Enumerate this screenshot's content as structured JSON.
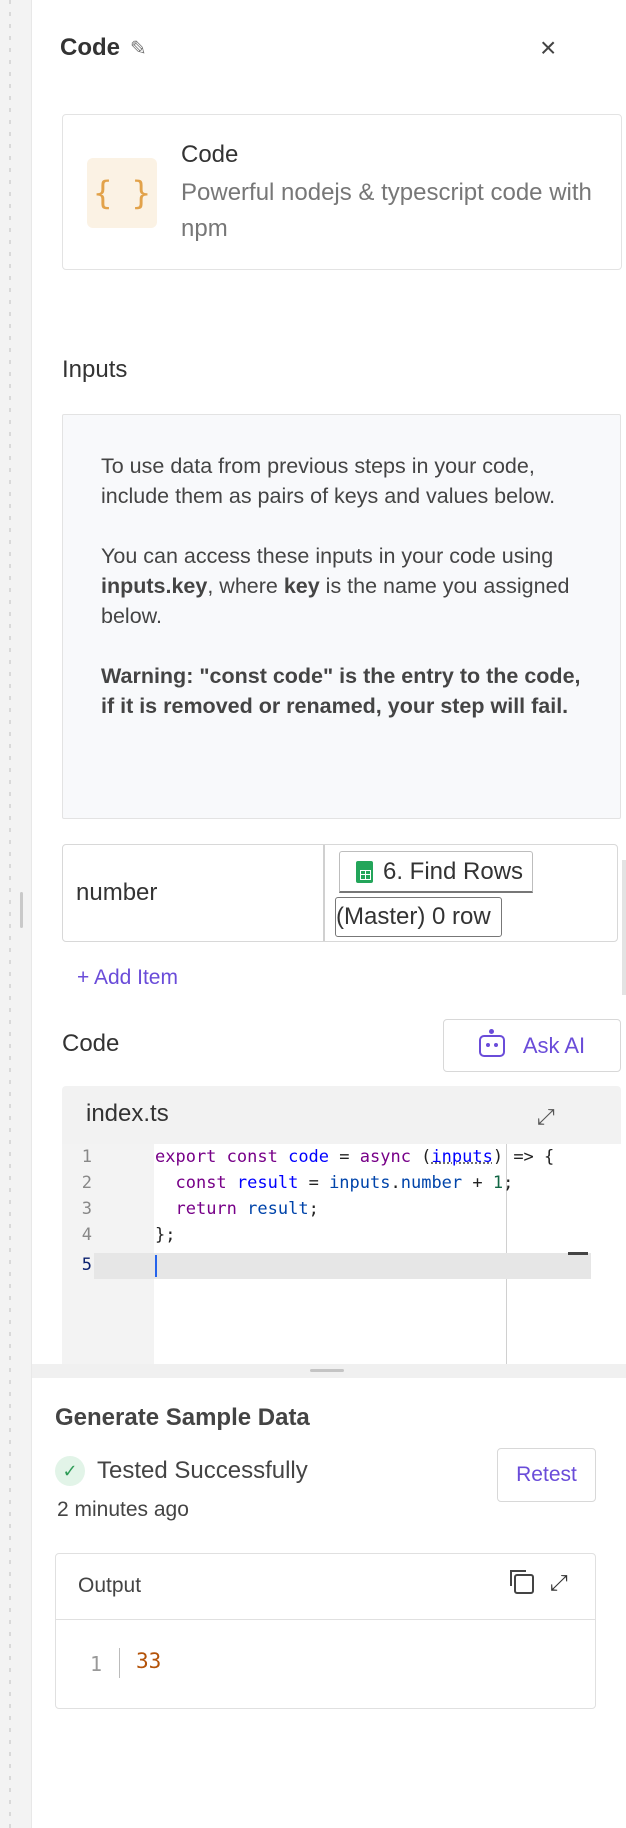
{
  "header": {
    "title": "Code",
    "close": "×"
  },
  "piece": {
    "logo": "{ }",
    "name": "Code",
    "description": "Powerful nodejs & typescript code with npm"
  },
  "inputs": {
    "label": "Inputs",
    "info_p1": "To use data from previous steps in your code, include them as pairs of keys and values below.",
    "info_p2_pre": "You can access these inputs in your code using ",
    "info_p2_b1": "inputs.key",
    "info_p2_mid": ", where ",
    "info_p2_b2": "key",
    "info_p2_post": " is the name you assigned below.",
    "warning": "Warning: \"const code\" is the entry to the code, if it is removed or renamed, your step will fail.",
    "items": [
      {
        "key": "number",
        "value_step": "6. Find Rows",
        "value_field": "(Master) 0 row"
      }
    ],
    "add_item": "+ Add Item"
  },
  "code": {
    "label": "Code",
    "ask_ai": "Ask AI",
    "filename": "index.ts",
    "line_numbers": [
      "1",
      "2",
      "3",
      "4",
      "5"
    ]
  },
  "sample": {
    "title": "Generate Sample Data",
    "status": "Tested Successfully",
    "time_ago": "2 minutes ago",
    "retest": "Retest",
    "output_label": "Output",
    "output_line": "1",
    "output_value": "33"
  },
  "colors": {
    "accent": "#6a4cd9",
    "success": "#2e9c57",
    "logo": "#e2a24a"
  }
}
